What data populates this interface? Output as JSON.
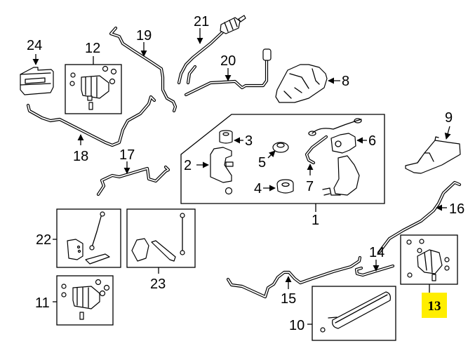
{
  "diagram": {
    "title": "Ride Control / Air Suspension Components - Exploded Parts Diagram",
    "highlight_color": "#ffee00",
    "highlighted_part": "13",
    "callouts": {
      "p1": "1",
      "p2": "2",
      "p3": "3",
      "p4": "4",
      "p5": "5",
      "p6": "6",
      "p7": "7",
      "p8": "8",
      "p9": "9",
      "p10": "10",
      "p11": "11",
      "p12": "12",
      "p13": "13",
      "p14": "14",
      "p15": "15",
      "p16": "16",
      "p17": "17",
      "p18": "18",
      "p19": "19",
      "p20": "20",
      "p21": "21",
      "p22": "22",
      "p23": "23",
      "p24": "24"
    },
    "parts": [
      {
        "id": "1",
        "kind": "compressor assembly (kit box)"
      },
      {
        "id": "2",
        "kind": "bracket"
      },
      {
        "id": "3",
        "kind": "isolator"
      },
      {
        "id": "4",
        "kind": "isolator"
      },
      {
        "id": "5",
        "kind": "grommet"
      },
      {
        "id": "6",
        "kind": "compressor motor"
      },
      {
        "id": "7",
        "kind": "hose"
      },
      {
        "id": "8",
        "kind": "compressor housing"
      },
      {
        "id": "9",
        "kind": "shield"
      },
      {
        "id": "10",
        "kind": "dryer assembly (box)"
      },
      {
        "id": "11",
        "kind": "valve block kit (box)"
      },
      {
        "id": "12",
        "kind": "valve block kit (box)"
      },
      {
        "id": "13",
        "kind": "valve block kit (box, highlighted)"
      },
      {
        "id": "14",
        "kind": "air line"
      },
      {
        "id": "15",
        "kind": "air line"
      },
      {
        "id": "16",
        "kind": "air line"
      },
      {
        "id": "17",
        "kind": "air line"
      },
      {
        "id": "18",
        "kind": "air line"
      },
      {
        "id": "19",
        "kind": "air line"
      },
      {
        "id": "20",
        "kind": "vent line"
      },
      {
        "id": "21",
        "kind": "filter / vent tube"
      },
      {
        "id": "22",
        "kind": "height sensor kit (box)"
      },
      {
        "id": "23",
        "kind": "height sensor kit (box)"
      },
      {
        "id": "24",
        "kind": "control module"
      }
    ]
  }
}
